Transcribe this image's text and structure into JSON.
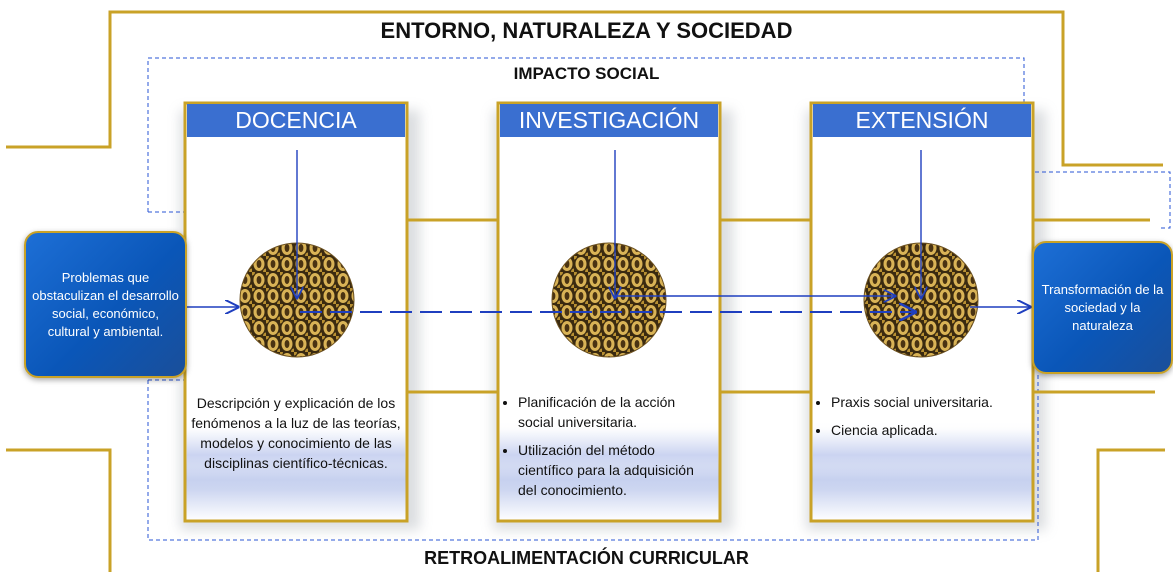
{
  "titles": {
    "top": "ENTORNO, NATURALEZA Y SOCIEDAD",
    "impact": "IMPACTO SOCIAL",
    "bottom": "RETROALIMENTACIÓN CURRICULAR"
  },
  "columns": [
    {
      "header": "DOCENCIA",
      "text": "Descripción y explicación de los fenómenos a la luz de las teorías, modelos y conocimiento de las disciplinas científico-técnicas."
    },
    {
      "header": "INVESTIGACIÓN",
      "bullets": [
        "Planificación de la acción social universitaria.",
        "Utilización del método científico para la adquisición del conocimiento."
      ]
    },
    {
      "header": "EXTENSIÓN",
      "bullets": [
        "Praxis social universitaria.",
        "Ciencia aplicada."
      ]
    }
  ],
  "left_box": {
    "text": "Problemas que obstaculizan el desarrollo social, económico, cultural y ambiental."
  },
  "right_box": {
    "text": "Transformación de la sociedad y la naturaleza"
  },
  "colors": {
    "gold": "#c9a227",
    "header_blue": "#3a6fd0",
    "arrow_blue": "#1f3fbf",
    "dashed_blue": "#2a55d4",
    "box_blue": "#0a56b8"
  }
}
